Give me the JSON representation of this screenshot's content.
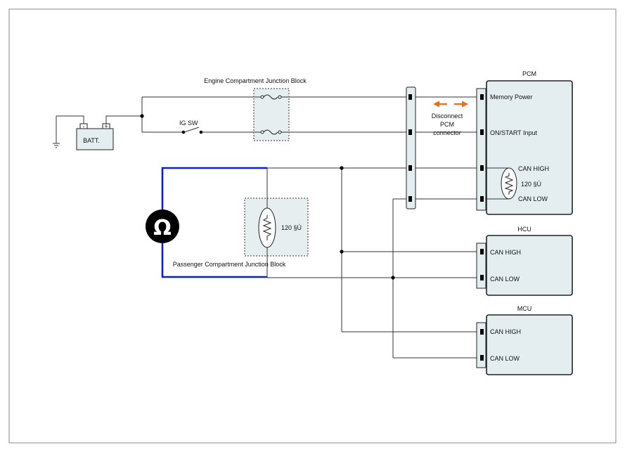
{
  "labels": {
    "engine_jb": "Engine Compartment Junction Block",
    "passenger_jb": "Passenger Compartment Junction Block",
    "ig_sw": "IG SW",
    "battery": "BATT.",
    "bat_neg": "-",
    "bat_pos": "+",
    "disconnect_line1": "Disconnect",
    "disconnect_line2": "PCM",
    "disconnect_line3": "connector",
    "resistor_jb": "120 §Ù",
    "ohm_symbol": "Ω"
  },
  "modules": {
    "pcm": {
      "title": "PCM",
      "pins": [
        "Memory Power",
        "ON/START Input",
        "CAN HIGH",
        "CAN LOW"
      ],
      "resistor": "120 §Ù"
    },
    "hcu": {
      "title": "HCU",
      "pins": [
        "CAN HIGH",
        "CAN LOW"
      ]
    },
    "mcu": {
      "title": "MCU",
      "pins": [
        "CAN HIGH",
        "CAN LOW"
      ]
    }
  },
  "colors": {
    "meter_wire": "#0a1fd6",
    "disconnect_arrow": "#f06a1c",
    "module_fill": "#e4eef0",
    "frame": "#888888"
  },
  "icons": {
    "ohmmeter": "ohm-meter-icon",
    "ground": "ground-icon",
    "fuse": "fuse-icon",
    "switch": "switch-icon",
    "resistor": "resistor-icon",
    "arrow": "double-arrow-icon"
  }
}
